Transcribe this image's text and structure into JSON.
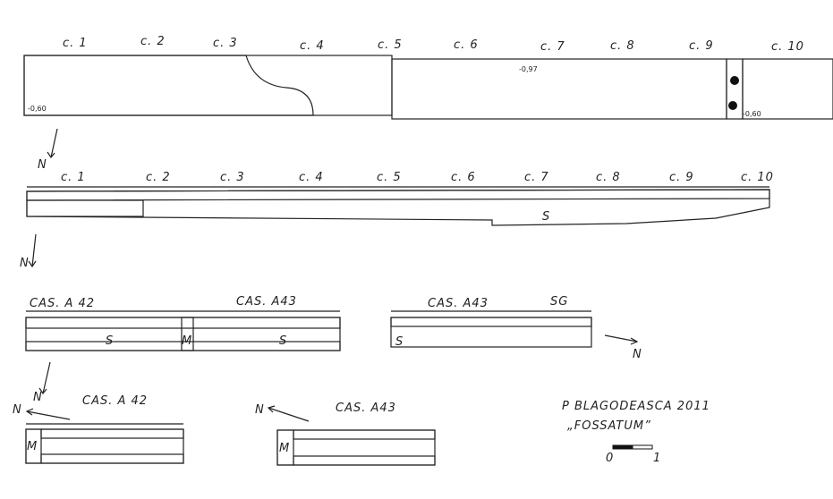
{
  "plan": {
    "squares": [
      "c. 1",
      "c. 2",
      "c. 3",
      "c. 4",
      "c. 5",
      "c. 6",
      "c. 7",
      "c. 8",
      "c. 9",
      "c. 10"
    ],
    "depth_left": "-0,60",
    "depth_mid": "-0,97",
    "depth_right": "-0,60"
  },
  "profile": {
    "squares": [
      "c. 1",
      "c. 2",
      "c. 3",
      "c. 4",
      "c. 5",
      "c. 6",
      "c. 7",
      "c. 8",
      "c. 9",
      "c. 10"
    ],
    "layer_label": "S"
  },
  "north": "N",
  "sections": {
    "a42_label": "CAS. A 42",
    "a43_label": "CAS. A43",
    "sg_label": "SG",
    "m_label": "M",
    "s_label": "S"
  },
  "title": {
    "line1": "P  BLAGODEASCA  2011",
    "line2": "„FOSSATUM”"
  },
  "scale": {
    "start": "0",
    "end": "1"
  }
}
